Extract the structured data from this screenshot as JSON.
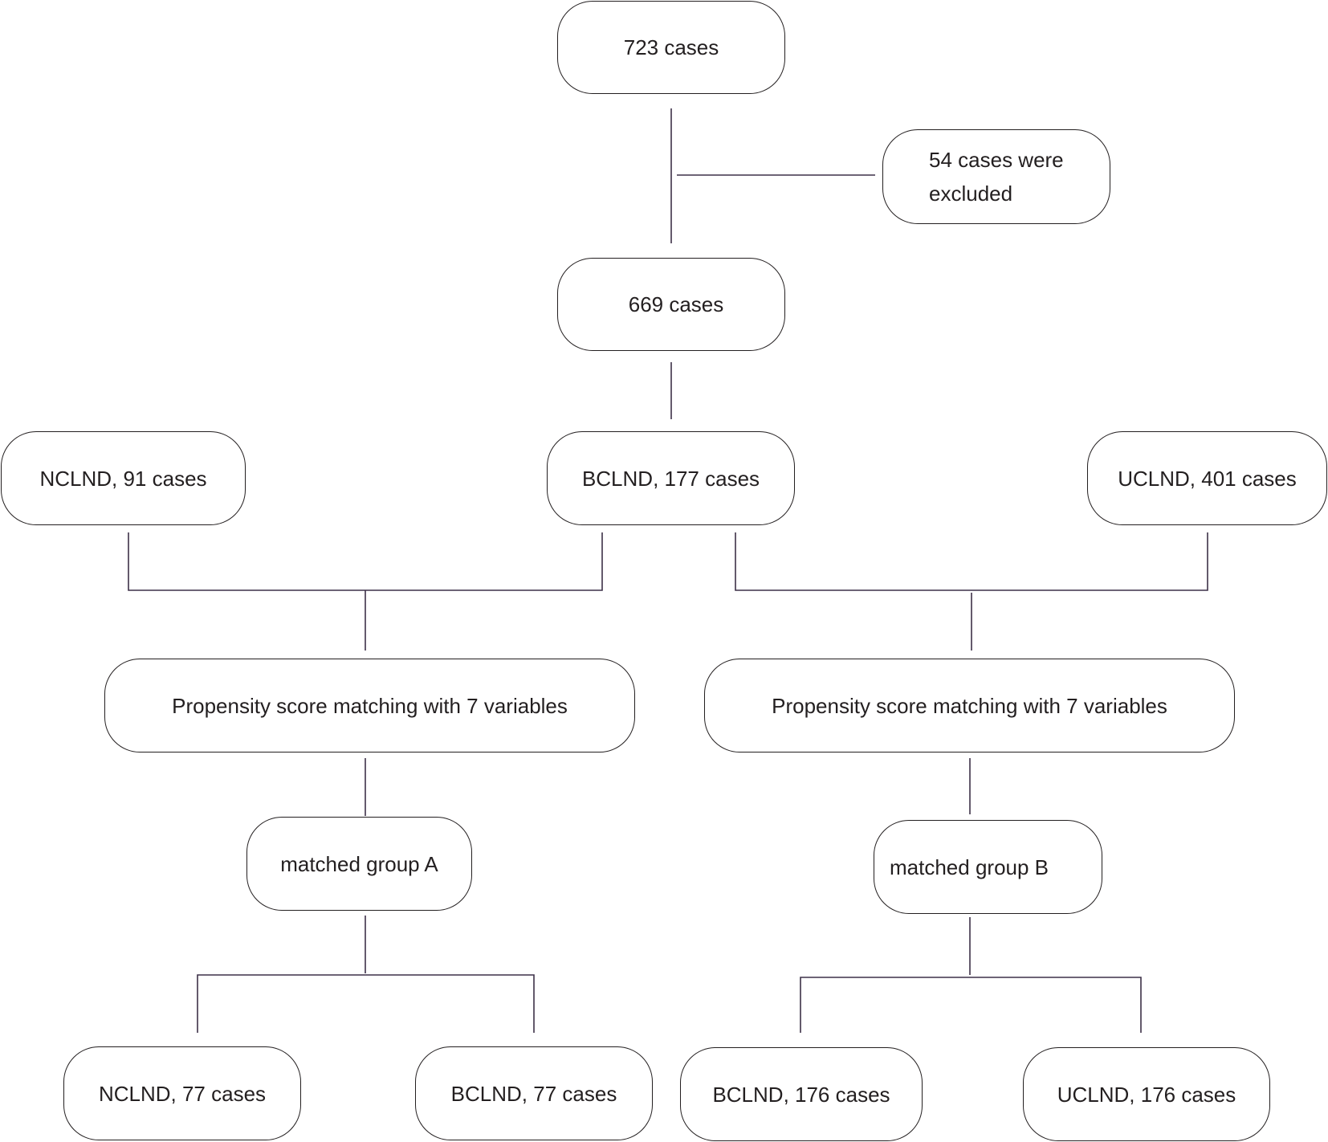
{
  "colors": {
    "line": "#3d3148",
    "border": "#231f20",
    "text": "#231f20"
  },
  "nodes": {
    "start": "723 cases",
    "excluded": "54 cases were\nexcluded",
    "remaining": "669 cases",
    "ncl_all": "NCLND, 91 cases",
    "bcl_all": "BCLND, 177 cases",
    "ucl_all": "UCLND, 401 cases",
    "psm_left": "Propensity score matching with 7 variables",
    "psm_right": "Propensity score matching with 7 variables",
    "group_a": "matched group A",
    "group_b": "matched group B",
    "ncl_a": "NCLND, 77 cases",
    "bcl_a": "BCLND, 77 cases",
    "bcl_b": "BCLND, 176 cases",
    "ucl_b": "UCLND, 176 cases"
  }
}
